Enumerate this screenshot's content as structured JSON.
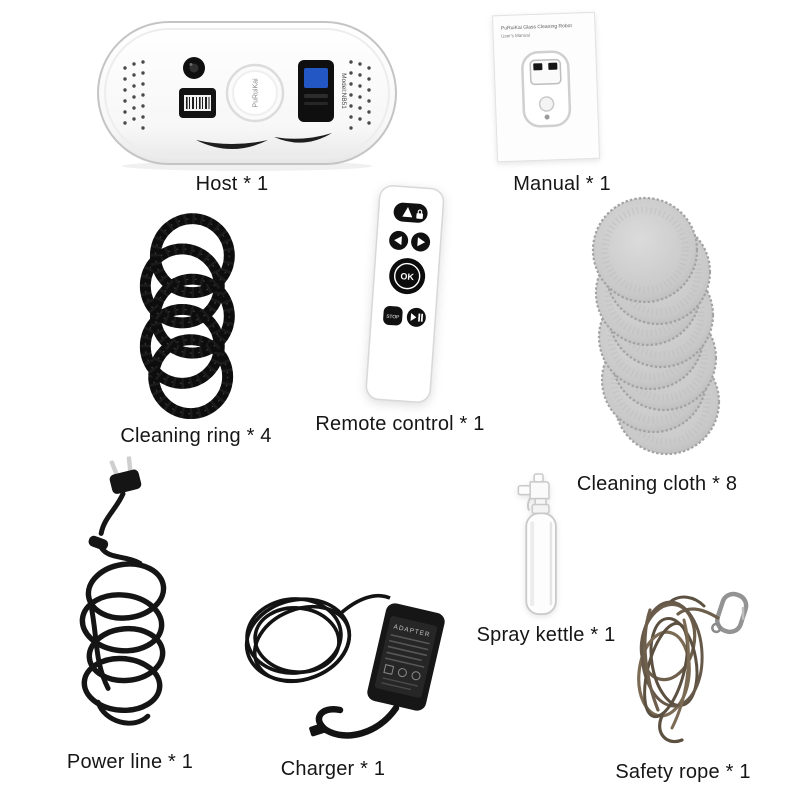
{
  "page": {
    "title": "Window cleaning robot package contents"
  },
  "items": {
    "host": {
      "label": "Host * 1",
      "brand": "PuRuiKai",
      "model": "Model:NB51"
    },
    "manual": {
      "label": "Manual * 1",
      "doc_title": "PuRuiKai Glass Cleaning Robot",
      "doc_subtitle": "User's Manual"
    },
    "cleaning_ring": {
      "label": "Cleaning ring * 4"
    },
    "remote_control": {
      "label": "Remote control * 1",
      "ok_button": "OK",
      "stop_button": "STOP"
    },
    "cleaning_cloth": {
      "label": "Cleaning cloth * 8"
    },
    "power_line": {
      "label": "Power line * 1"
    },
    "charger": {
      "label": "Charger * 1",
      "brick_label": "ADAPTER"
    },
    "spray_kettle": {
      "label": "Spray kettle * 1"
    },
    "safety_rope": {
      "label": "Safety rope * 1"
    }
  },
  "colors": {
    "background": "#ffffff",
    "label_text": "#161616",
    "device_black": "#141414",
    "screen_blue": "#2257c4",
    "cloth_gray": "#c7c7c7",
    "rope_brown": "#6e5f4c",
    "metal_gray": "#939393"
  }
}
